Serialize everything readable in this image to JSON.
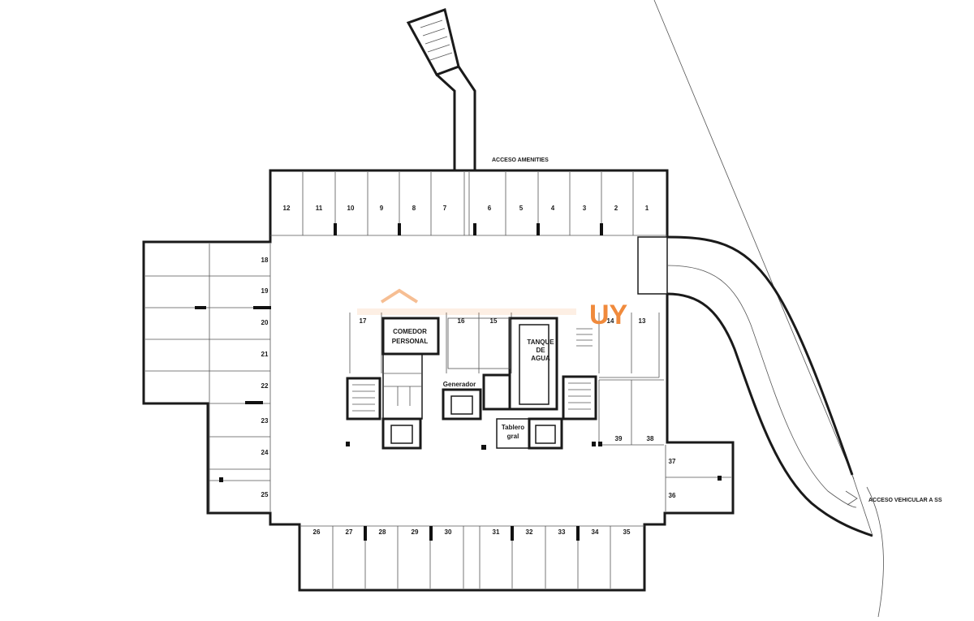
{
  "labels": {
    "acceso_amenities": "ACCESO AMENITIES",
    "acceso_vehicular": "ACCESO VEHICULAR A SS",
    "comedor_line1": "COMEDOR",
    "comedor_line2": "PERSONAL",
    "tanque_line1": "TANQUE",
    "tanque_line2": "DE",
    "tanque_line3": "AGUA",
    "generador": "Generador",
    "tablero_line1": "Tablero",
    "tablero_line2": "gral"
  },
  "watermark": {
    "text": "UY",
    "color": "#f08a3c"
  },
  "spots": {
    "top": [
      "12",
      "11",
      "10",
      "9",
      "8",
      "7",
      "6",
      "5",
      "4",
      "3",
      "2",
      "1"
    ],
    "left": [
      "18",
      "19",
      "20",
      "21",
      "22",
      "23",
      "24",
      "25"
    ],
    "bottom": [
      "26",
      "27",
      "28",
      "29",
      "30",
      "31",
      "32",
      "33",
      "34",
      "35"
    ],
    "right": [
      "37",
      "36"
    ],
    "inner_right": [
      "39",
      "38"
    ],
    "core": [
      "17",
      "16",
      "15",
      "14",
      "13"
    ]
  }
}
